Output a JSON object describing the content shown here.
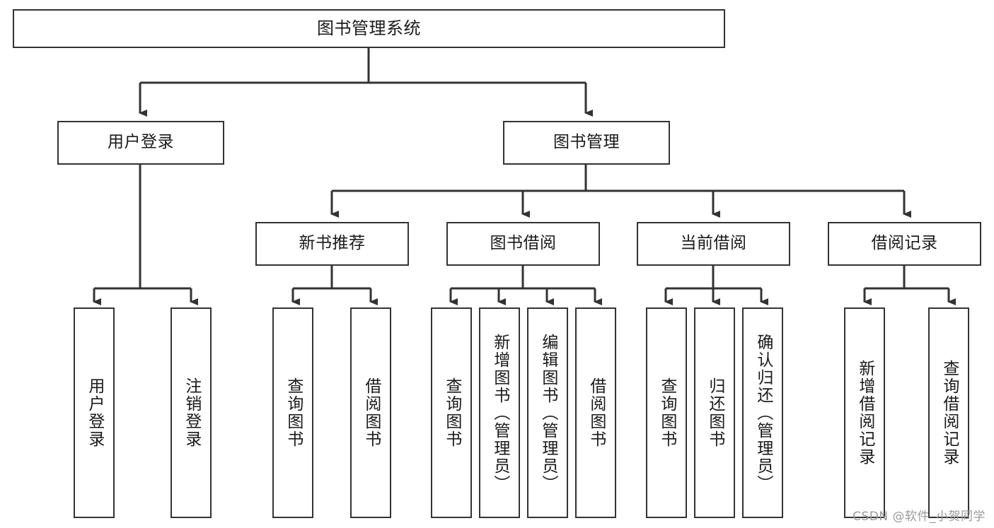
{
  "diagram": {
    "title": "图书管理系统",
    "type": "tree",
    "orientation": "top-down",
    "style": {
      "box_border_color": "#333333",
      "box_fill_color": "#ffffff",
      "line_color": "#333333",
      "text_color": "#1a1a1a",
      "background": "#ffffff"
    },
    "levels": [
      {
        "level": 1,
        "nodes": [
          {
            "id": "root",
            "label": "图书管理系统",
            "text_direction": "horizontal"
          }
        ]
      },
      {
        "level": 2,
        "nodes": [
          {
            "id": "login",
            "label": "用户登录",
            "text_direction": "horizontal",
            "parent": "root"
          },
          {
            "id": "bookmgmt",
            "label": "图书管理",
            "text_direction": "horizontal",
            "parent": "root"
          }
        ]
      },
      {
        "level": 3,
        "nodes": [
          {
            "id": "newbook",
            "label": "新书推荐",
            "text_direction": "horizontal",
            "parent": "bookmgmt"
          },
          {
            "id": "borrow",
            "label": "图书借阅",
            "text_direction": "horizontal",
            "parent": "bookmgmt"
          },
          {
            "id": "current",
            "label": "当前借阅",
            "text_direction": "horizontal",
            "parent": "bookmgmt"
          },
          {
            "id": "records",
            "label": "借阅记录",
            "text_direction": "horizontal",
            "parent": "bookmgmt"
          }
        ]
      },
      {
        "level": 4,
        "nodes": [
          {
            "id": "leaf-user-login",
            "label": "用户登录",
            "text_direction": "vertical",
            "parent": "login"
          },
          {
            "id": "leaf-user-logout",
            "label": "注销登录",
            "text_direction": "vertical",
            "parent": "login"
          },
          {
            "id": "leaf-query-book-1",
            "label": "查询图书",
            "text_direction": "vertical",
            "parent": "newbook"
          },
          {
            "id": "leaf-borrow-book-1",
            "label": "借阅图书",
            "text_direction": "vertical",
            "parent": "newbook"
          },
          {
            "id": "leaf-query-book-2",
            "label": "查询图书",
            "text_direction": "vertical",
            "parent": "borrow"
          },
          {
            "id": "leaf-add-book",
            "label": "新增图书（管理员）",
            "text_direction": "vertical",
            "parent": "borrow"
          },
          {
            "id": "leaf-edit-book",
            "label": "编辑图书（管理员）",
            "text_direction": "vertical",
            "parent": "borrow"
          },
          {
            "id": "leaf-borrow-book-2",
            "label": "借阅图书",
            "text_direction": "vertical",
            "parent": "borrow"
          },
          {
            "id": "leaf-query-book-3",
            "label": "查询图书",
            "text_direction": "vertical",
            "parent": "current"
          },
          {
            "id": "leaf-return-book",
            "label": "归还图书",
            "text_direction": "vertical",
            "parent": "current"
          },
          {
            "id": "leaf-confirm-return",
            "label": "确认归还（管理员）",
            "text_direction": "vertical",
            "parent": "current"
          },
          {
            "id": "leaf-add-record",
            "label": "新增借阅记录",
            "text_direction": "vertical",
            "parent": "records"
          },
          {
            "id": "leaf-query-record",
            "label": "查询借阅记录",
            "text_direction": "vertical",
            "parent": "records"
          }
        ]
      }
    ],
    "edges": [
      {
        "from": "root",
        "to": "login"
      },
      {
        "from": "root",
        "to": "bookmgmt"
      },
      {
        "from": "bookmgmt",
        "to": "newbook"
      },
      {
        "from": "bookmgmt",
        "to": "borrow"
      },
      {
        "from": "bookmgmt",
        "to": "current"
      },
      {
        "from": "bookmgmt",
        "to": "records"
      },
      {
        "from": "login",
        "to": "leaf-user-login"
      },
      {
        "from": "login",
        "to": "leaf-user-logout"
      },
      {
        "from": "newbook",
        "to": "leaf-query-book-1"
      },
      {
        "from": "newbook",
        "to": "leaf-borrow-book-1"
      },
      {
        "from": "borrow",
        "to": "leaf-query-book-2"
      },
      {
        "from": "borrow",
        "to": "leaf-add-book"
      },
      {
        "from": "borrow",
        "to": "leaf-edit-book"
      },
      {
        "from": "borrow",
        "to": "leaf-borrow-book-2"
      },
      {
        "from": "current",
        "to": "leaf-query-book-3"
      },
      {
        "from": "current",
        "to": "leaf-return-book"
      },
      {
        "from": "current",
        "to": "leaf-confirm-return"
      },
      {
        "from": "records",
        "to": "leaf-add-record"
      },
      {
        "from": "records",
        "to": "leaf-query-record"
      }
    ]
  },
  "watermark": {
    "text": "CSDN @软件_小贺同学"
  }
}
